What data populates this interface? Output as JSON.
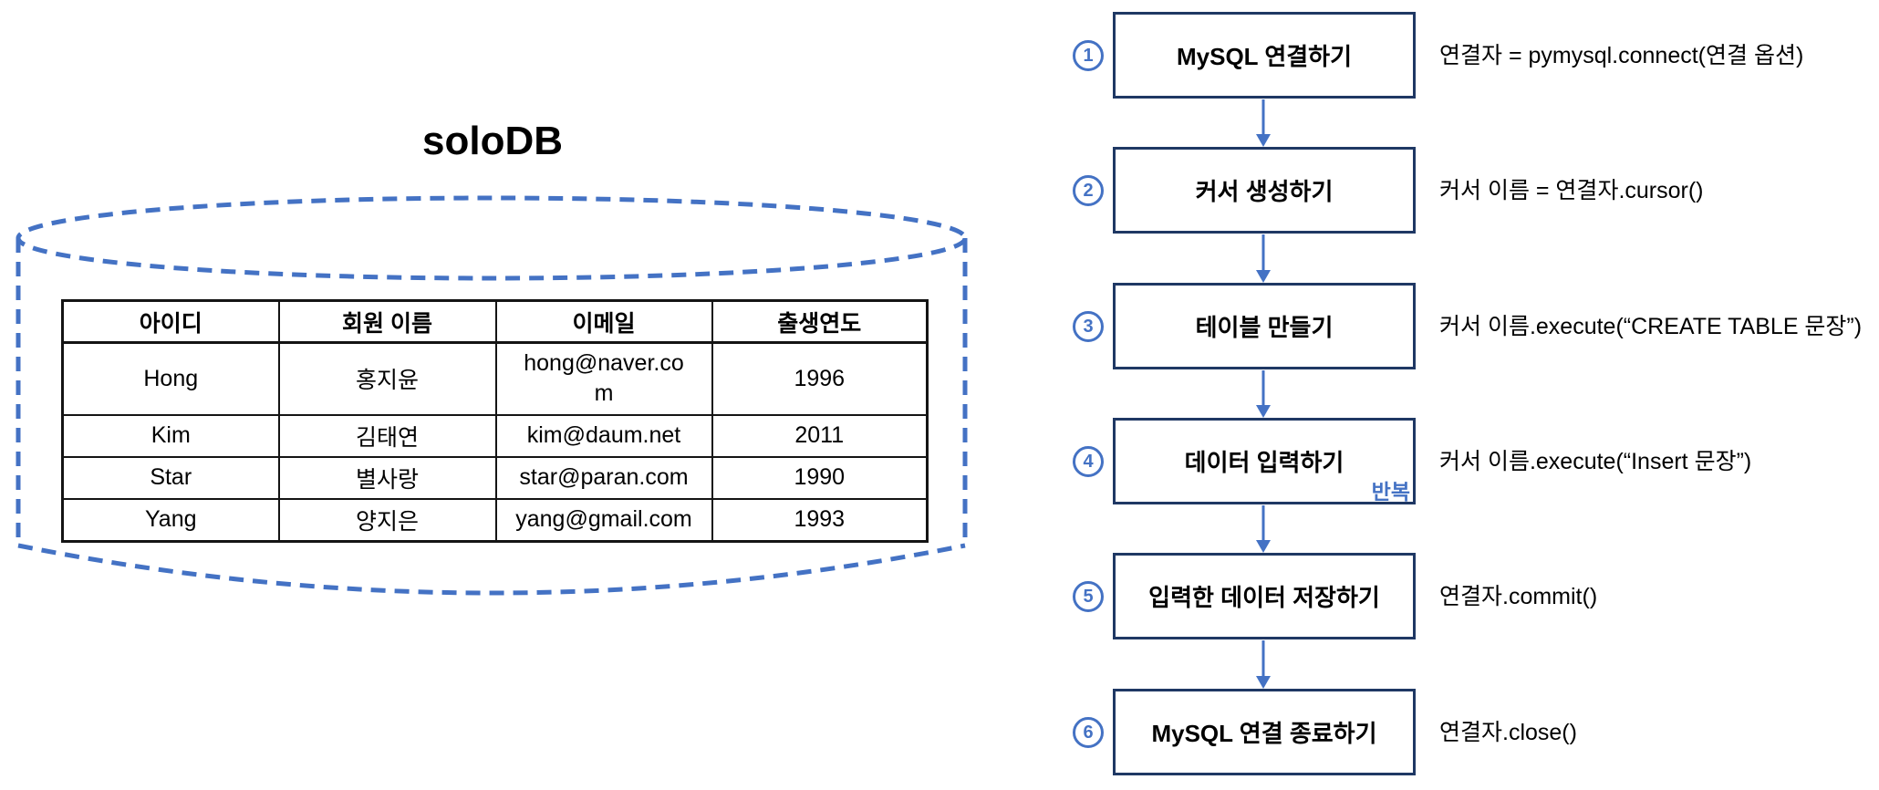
{
  "database": {
    "title": "soloDB",
    "table": {
      "headers": [
        "아이디",
        "회원 이름",
        "이메일",
        "출생연도"
      ],
      "rows": [
        {
          "id": "Hong",
          "name": "홍지윤",
          "email": "hong@naver.com",
          "email_display": "hong@naver.co\nm",
          "birth_year": "1996"
        },
        {
          "id": "Kim",
          "name": "김태연",
          "email": "kim@daum.net",
          "email_display": "kim@daum.net",
          "birth_year": "2011"
        },
        {
          "id": "Star",
          "name": "별사랑",
          "email": "star@paran.com",
          "email_display": "star@paran.com",
          "birth_year": "1990"
        },
        {
          "id": "Yang",
          "name": "양지은",
          "email": "yang@gmail.com",
          "email_display": "yang@gmail.com",
          "birth_year": "1993"
        }
      ]
    }
  },
  "flowchart": {
    "steps": [
      {
        "number": "1",
        "label": "MySQL 연결하기",
        "code": "연결자 = pymysql.connect(연결 옵션)"
      },
      {
        "number": "2",
        "label": "커서 생성하기",
        "code": "커서 이름 = 연결자.cursor()"
      },
      {
        "number": "3",
        "label": "테이블 만들기",
        "code": "커서 이름.execute(“CREATE TABLE 문장”)"
      },
      {
        "number": "4",
        "label": "데이터 입력하기",
        "code": "커서 이름.execute(“Insert 문장”)",
        "badge": "반복"
      },
      {
        "number": "5",
        "label": "입력한 데이터 저장하기",
        "code": "연결자.commit()"
      },
      {
        "number": "6",
        "label": "MySQL 연결 종료하기",
        "code": "연결자.close()"
      }
    ]
  },
  "colors": {
    "accent_blue": "#4472C4",
    "box_border": "#1F3864",
    "table_border": "#141414"
  }
}
